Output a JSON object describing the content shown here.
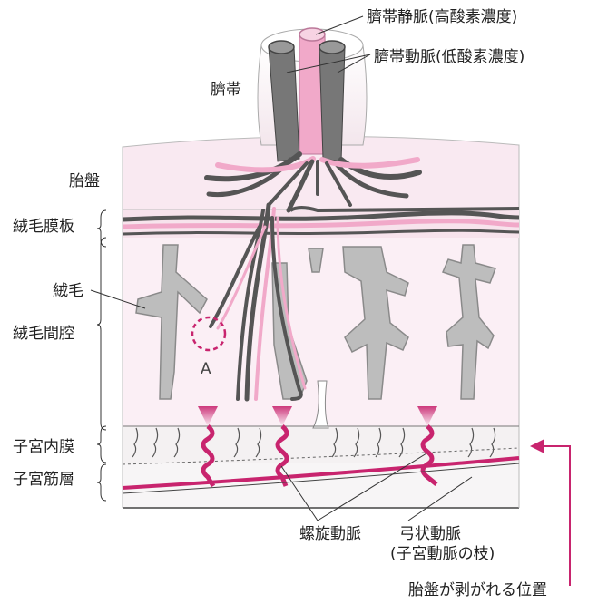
{
  "labels": {
    "umbilical_vein": "臍帯静脈(高酸素濃度)",
    "umbilical_artery": "臍帯動脈(低酸素濃度)",
    "umbilical_cord": "臍帯",
    "placenta": "胎盤",
    "chorionic_plate": "絨毛膜板",
    "villus": "絨毛",
    "intervillous_space": "絨毛間腔",
    "marker_a": "A",
    "endometrium": "子宮内膜",
    "myometrium": "子宮筋層",
    "spiral_artery": "螺旋動脈",
    "arcuate_artery_line1": "弓状動脈",
    "arcuate_artery_line2": "(子宮動脈の枝)",
    "detachment_position": "胎盤が剥がれる位置"
  },
  "colors": {
    "vein_pink": "#f1a9c9",
    "artery_gray": "#7a7a7a",
    "villus_gray": "#bdbdbd",
    "placenta_bg": "#f9e9f1",
    "intervillous_bg": "#fbeff5",
    "accent_magenta": "#c8246e"
  }
}
